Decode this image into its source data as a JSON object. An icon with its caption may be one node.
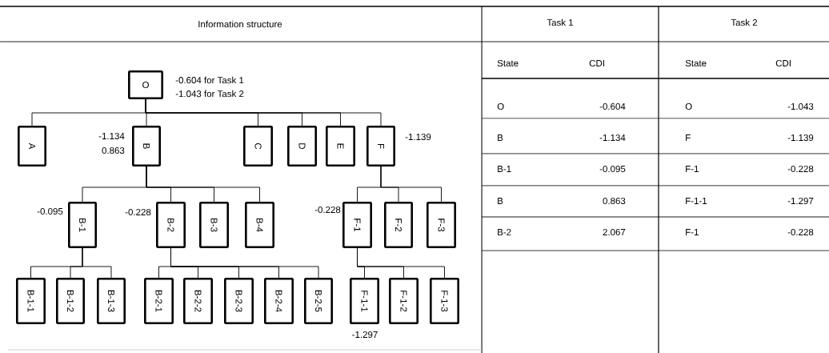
{
  "diagram": {
    "nodes": [
      {
        "text": [
          "O"
        ],
        "beside": [
          "-0.604   for Task 1",
          "-1.043   for Task 2"
        ]
      },
      {
        "text": [
          "A"
        ]
      },
      {
        "text": [
          "B"
        ],
        "beside": [
          "-1.134",
          "0.863"
        ]
      },
      {
        "text": [
          "C"
        ]
      },
      {
        "text": [
          "D"
        ]
      },
      {
        "text": [
          "E"
        ]
      },
      {
        "text": [
          "F"
        ],
        "beside": [
          "-1.139"
        ]
      },
      {
        "text": [
          "B-1"
        ],
        "beside": [
          "-0.095"
        ]
      },
      {
        "text": [
          "B-2"
        ],
        "beside": [
          "-0.228"
        ]
      },
      {
        "text": [
          "B-3"
        ]
      },
      {
        "text": [
          "B-4"
        ]
      },
      {
        "text": [
          "F-1"
        ],
        "beside": [
          "-0.228"
        ]
      },
      {
        "text": [
          "F-2"
        ]
      },
      {
        "text": [
          "F-3"
        ]
      },
      {
        "text": [
          "B-1-1"
        ]
      },
      {
        "text": [
          "B-1-2"
        ]
      },
      {
        "text": [
          "B-1-3"
        ]
      },
      {
        "text": [
          "B-2-1"
        ]
      },
      {
        "text": [
          "B-2-2"
        ]
      },
      {
        "text": [
          "B-2-3"
        ]
      },
      {
        "text": [
          "B-2-4"
        ]
      },
      {
        "text": [
          "B-2-5"
        ]
      },
      {
        "text": [
          "F-1-1"
        ],
        "beside": [
          "-1.297"
        ]
      },
      {
        "text": [
          "F-1-2"
        ]
      },
      {
        "text": [
          "F-1-3"
        ]
      }
    ],
    "edges": [
      {
        "from": 0,
        "to": 1,
        "arrow": "none"
      },
      {
        "from": 0,
        "to": 2,
        "arrow": "none"
      },
      {
        "from": 0,
        "to": 3,
        "arrow": "none"
      },
      {
        "from": 0,
        "to": 4,
        "arrow": "none"
      },
      {
        "from": 0,
        "to": 5,
        "arrow": "none"
      },
      {
        "from": 0,
        "to": 6,
        "arrow": "none"
      },
      {
        "from": 2,
        "to": 7,
        "arrow": "none"
      },
      {
        "from": 2,
        "to": 8,
        "arrow": "none"
      },
      {
        "from": 2,
        "to": 9,
        "arrow": "none"
      },
      {
        "from": 2,
        "to": 10,
        "arrow": "none"
      },
      {
        "from": 6,
        "to": 11,
        "arrow": "none"
      },
      {
        "from": 6,
        "to": 12,
        "arrow": "none"
      },
      {
        "from": 6,
        "to": 13,
        "arrow": "none"
      },
      {
        "from": 7,
        "to": 14,
        "arrow": "none"
      },
      {
        "from": 7,
        "to": 15,
        "arrow": "none"
      },
      {
        "from": 7,
        "to": 16,
        "arrow": "none"
      },
      {
        "from": 8,
        "to": 17,
        "arrow": "none"
      },
      {
        "from": 8,
        "to": 18,
        "arrow": "none"
      },
      {
        "from": 8,
        "to": 19,
        "arrow": "none"
      },
      {
        "from": 8,
        "to": 20,
        "arrow": "none"
      },
      {
        "from": 8,
        "to": 21,
        "arrow": "none"
      },
      {
        "from": 11,
        "to": 22,
        "arrow": "none"
      },
      {
        "from": 11,
        "to": 23,
        "arrow": "none"
      },
      {
        "from": 11,
        "to": 24,
        "arrow": "none"
      }
    ],
    "labels": [
      "Information structure",
      "Task 1",
      "Task 2",
      "State",
      "CDI",
      "State",
      "CDI",
      "O",
      "-0.604",
      "O",
      "-1.043",
      "B",
      "-1.134",
      "F",
      "-1.139",
      "B-1",
      "-0.095",
      "F-1",
      "-0.228",
      "B",
      "0.863",
      "F-1-1",
      "-1.297",
      "B-2",
      "2.067",
      "F-1",
      "-0.228"
    ]
  }
}
